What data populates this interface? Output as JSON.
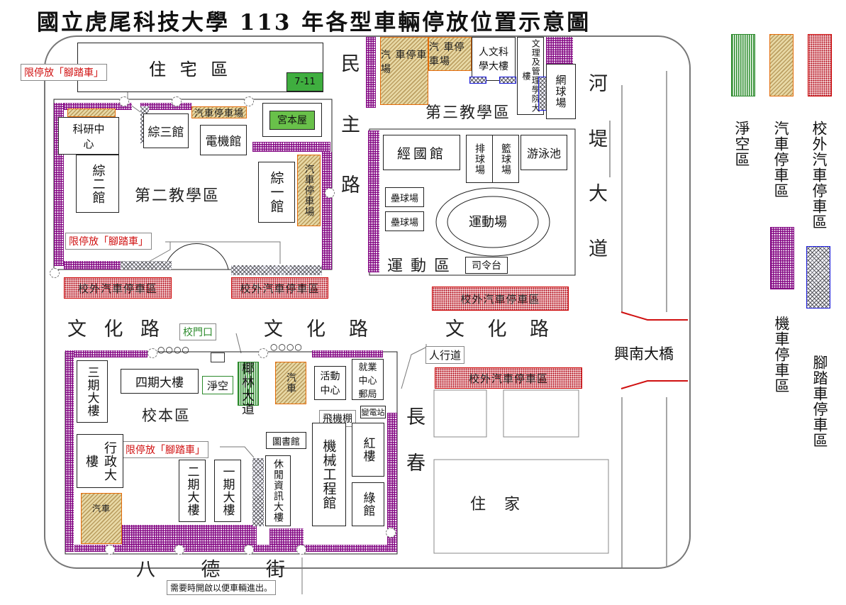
{
  "title": "國立虎尾科技大學 113 年各型車輛停放位置示意圖",
  "colors": {
    "green": "#2c8a2c",
    "orange": "#e46c0a",
    "red": "#c00000",
    "purple": "#800080",
    "blue": "#1a1adb"
  },
  "roads": {
    "minzhu": [
      "民",
      "主",
      "路"
    ],
    "wenhua": [
      "文",
      "化",
      "路"
    ],
    "hedi": [
      "河",
      "堤",
      "大",
      "道"
    ],
    "changchun": [
      "長",
      "春"
    ],
    "bade": [
      "八",
      "德",
      "街"
    ],
    "xingnan_bridge": "興南大橋",
    "sidewalk": "人行道"
  },
  "areas": {
    "zhuzhai": "住 宅 區",
    "second_teaching": "第二教學區",
    "third_teaching": "第三教學區",
    "sports": "運 動 區",
    "main_campus": "校本區",
    "zhujia": "住　家"
  },
  "buildings": {
    "seven_eleven": "7-11",
    "zongsan": "綜三館",
    "dianji": "電機館",
    "gongben": "宮本屋",
    "keyan": "科研中心",
    "zonger": "綜二館",
    "zongyi": "綜一館",
    "renwen": "人文科學大樓",
    "ligong": "文理及管理學院大樓",
    "tennis": "網球場",
    "jingguo": "經國館",
    "volleyball": "排球場",
    "basketball": "籃球場",
    "pool": "游泳池",
    "ball1": "壘球場",
    "ball2": "壘球場",
    "stadium": "運動場",
    "podium": "司令台",
    "sanqi": "三期大樓",
    "siqi": "四期大樓",
    "huodong": "活動中心",
    "jiuye": "就業中心郵局",
    "substation": "變電站",
    "hangar": "飛機棚",
    "library": "圖書館",
    "jixie": "機械工程館",
    "hong": "紅樓",
    "lv": "綠館",
    "xingzheng": "行政大樓",
    "erqi": "二期大樓",
    "yiqi": "一期大樓",
    "xiuxian": "休閒資訊大樓",
    "avenue": "椰林大道"
  },
  "zones": {
    "car_park": "汽車停車場",
    "car_park_1": "汽 車停車場",
    "car_park_2": "汽 車停車場",
    "car_park_v": "汽車停車場",
    "offcampus": "校外汽車停車區",
    "car": "汽車",
    "clear": "淨空"
  },
  "callouts": {
    "bike1": "限停放「腳踏車」",
    "bike2": "限停放「腳踏車」",
    "bike3": "限停放「腳踏車」",
    "gate": "校門口",
    "note": "需要時開啟以便車輛進出。"
  },
  "legend": {
    "clear_zone": "淨空區",
    "car_zone": "汽車停車區",
    "offcampus_zone": "校外汽車停車區",
    "scooter_zone": "機車停車區",
    "bicycle_zone": "腳踏車停車區"
  }
}
